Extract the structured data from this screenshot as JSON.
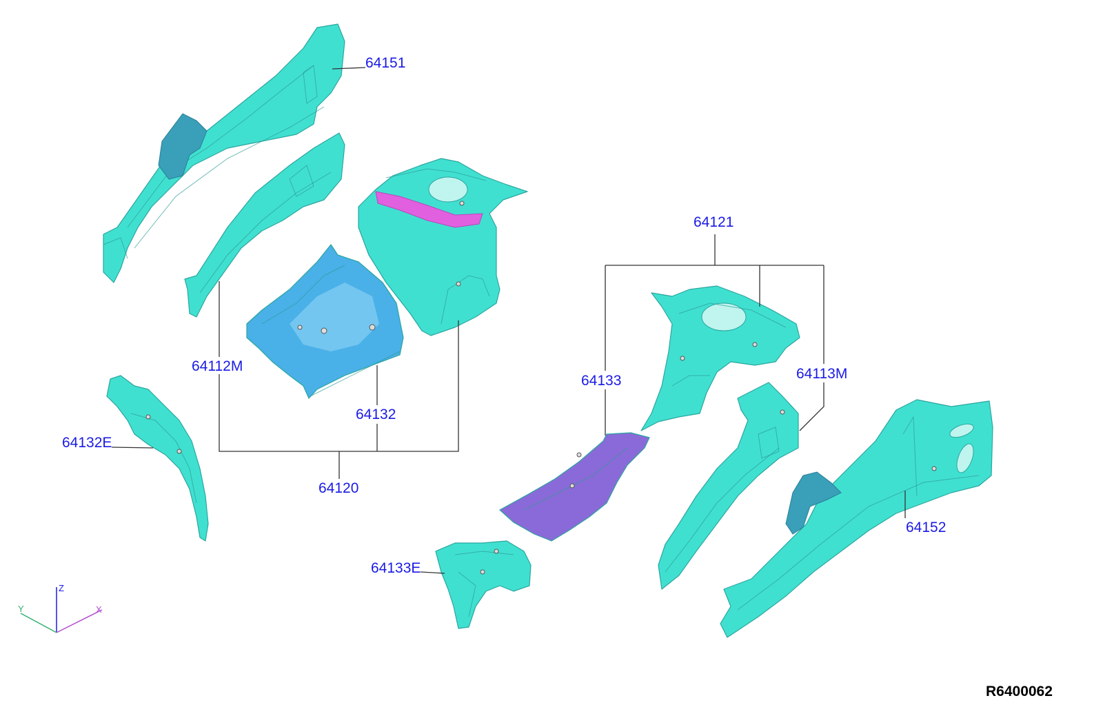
{
  "diagram": {
    "reference_code": "R6400062",
    "part_labels": {
      "p64151": "64151",
      "p64121": "64121",
      "p64112M": "64112M",
      "p64133": "64133",
      "p64113M": "64113M",
      "p64132": "64132",
      "p64132E": "64132E",
      "p64120": "64120",
      "p64152": "64152",
      "p64133E": "64133E"
    },
    "axis_labels": {
      "x": "X",
      "y": "Y",
      "z": "Z"
    },
    "colors": {
      "panel_cyan": "#40e0d0",
      "panel_blue": "#4ab0e8",
      "panel_magenta": "#e060e0",
      "panel_purple": "#8a6ad8",
      "label_blue": "#1a1ae6"
    }
  }
}
